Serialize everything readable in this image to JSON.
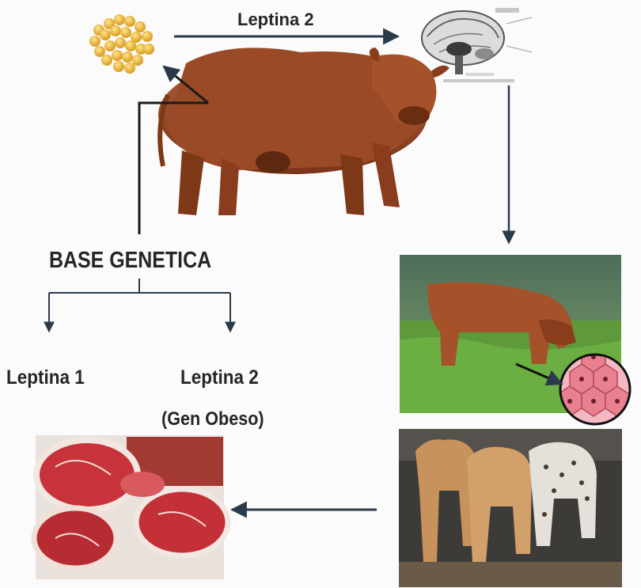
{
  "labels": {
    "top_arrow": "Leptina 2",
    "base": "BASE GENETICA",
    "left_branch": "Leptina 1",
    "right_branch": "Leptina 2",
    "right_branch_note": "(Gen Obeso)"
  },
  "colors": {
    "arrow": "#2a3a4a",
    "fat_cells": "#e8b93a",
    "bull": "#9a4a26",
    "grass": "#5f9a3a",
    "meat": "#c8323a",
    "adipocyte": "#e98090"
  }
}
